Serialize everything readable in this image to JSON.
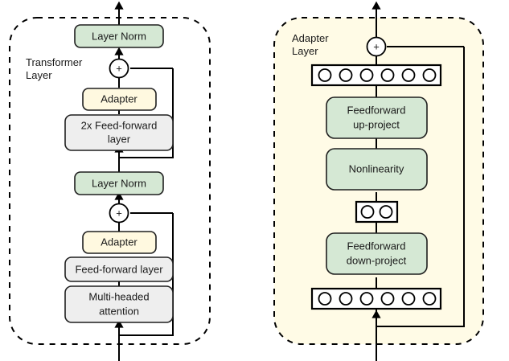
{
  "figure": {
    "type": "architecture-diagram",
    "title_visible": false,
    "background": "#ffffff"
  },
  "colors": {
    "green_fill": "#d5e8d4",
    "green_stroke": "#2f3b2f",
    "cream_fill": "#fff9e0",
    "cream_stroke": "#2f2f2f",
    "grey_fill": "#eeeeee",
    "grey_stroke": "#2f2f2f",
    "panel_fill_right": "#fffbe6",
    "line": "#000000",
    "text": "#1a1a1a"
  },
  "left_panel": {
    "label_line1": "Transformer",
    "label_line2": "Layer",
    "boxes": [
      {
        "id": "layer-norm-top",
        "text": "Layer Norm",
        "style": "green"
      },
      {
        "id": "adapter-top",
        "text": "Adapter",
        "style": "cream"
      },
      {
        "id": "feed-forward-2x",
        "text_line1": "2x Feed-forward",
        "text_line2": "layer",
        "style": "grey"
      },
      {
        "id": "layer-norm-bottom",
        "text": "Layer Norm",
        "style": "green"
      },
      {
        "id": "adapter-bottom",
        "text": "Adapter",
        "style": "cream"
      },
      {
        "id": "feed-forward-layer",
        "text": "Feed-forward layer",
        "style": "grey"
      },
      {
        "id": "multi-headed-attention",
        "text_line1": "Multi-headed",
        "text_line2": "attention",
        "style": "grey"
      }
    ],
    "operators": [
      {
        "id": "add-top",
        "symbol": "+"
      },
      {
        "id": "add-bottom",
        "symbol": "+"
      }
    ]
  },
  "right_panel": {
    "label_line1": "Adapter",
    "label_line2": "Layer",
    "boxes": [
      {
        "id": "feedforward-up-project",
        "text_line1": "Feedforward",
        "text_line2": "up-project",
        "style": "green"
      },
      {
        "id": "nonlinearity",
        "text": "Nonlinearity",
        "style": "green"
      },
      {
        "id": "feedforward-down-project",
        "text_line1": "Feedforward",
        "text_line2": "down-project",
        "style": "green"
      }
    ],
    "operators": [
      {
        "id": "add-adapter",
        "symbol": "+"
      }
    ],
    "unit_rows": [
      {
        "id": "units-top",
        "count": 6
      },
      {
        "id": "units-bottleneck",
        "count": 2
      },
      {
        "id": "units-bottom",
        "count": 6
      }
    ]
  }
}
